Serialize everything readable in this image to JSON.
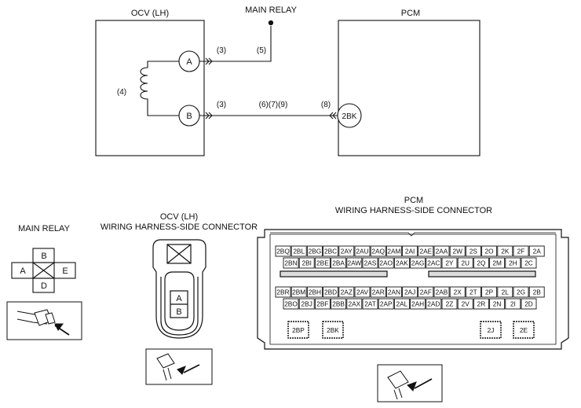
{
  "schematic": {
    "ocv_title": "OCV (LH)",
    "relay_title": "MAIN RELAY",
    "pcm_title": "PCM",
    "terminal_a": "A",
    "terminal_b": "B",
    "pcm_terminal": "2BK",
    "label_coil": "(4)",
    "label_a": "(3)",
    "label_relay": "(5)",
    "label_b": "(3)",
    "label_mid": "(6)(7)(9)",
    "label_pcm": "(8)"
  },
  "relay_connector": {
    "title": "MAIN RELAY",
    "pins": {
      "a": "A",
      "b": "B",
      "d": "D",
      "e": "E"
    }
  },
  "ocv_connector": {
    "title_line1": "OCV (LH)",
    "title_line2": "WIRING HARNESS-SIDE CONNECTOR",
    "pins": [
      "A",
      "B"
    ]
  },
  "pcm_connector": {
    "title_line1": "PCM",
    "title_line2": "WIRING HARNESS-SIDE CONNECTOR",
    "top_row1": [
      "2BQ",
      "2BL",
      "2BG",
      "2BC",
      "2AY",
      "2AU",
      "2AQ",
      "2AM",
      "2AI",
      "2AE",
      "2AA",
      "2W",
      "2S",
      "2O",
      "2K",
      "2F",
      "2A"
    ],
    "top_row2": [
      "2BN",
      "2BI",
      "2BE",
      "2BA",
      "2AW",
      "2AS",
      "2AO",
      "2AK",
      "2AG",
      "2AC",
      "2Y",
      "2U",
      "2Q",
      "2M",
      "2H",
      "2C"
    ],
    "bot_row1": [
      "2BR",
      "2BM",
      "2BH",
      "2BD",
      "2AZ",
      "2AV",
      "2AR",
      "2AN",
      "2AJ",
      "2AF",
      "2AB",
      "2X",
      "2T",
      "2P",
      "2L",
      "2G",
      "2B"
    ],
    "bot_row2": [
      "2BO",
      "2BJ",
      "2BF",
      "2BB",
      "2AX",
      "2AT",
      "2AP",
      "2AL",
      "2AH",
      "2AD",
      "2Z",
      "2V",
      "2R",
      "2N",
      "2I",
      "2D"
    ],
    "large_pins": [
      "2BP",
      "2BK",
      "2J",
      "2E"
    ]
  }
}
